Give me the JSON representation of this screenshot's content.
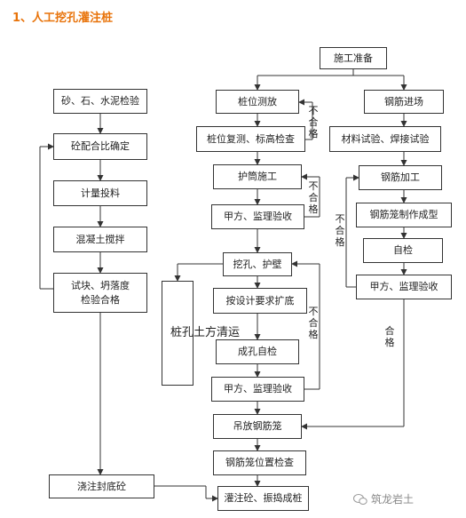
{
  "title": "1、人工挖孔灌注桩",
  "nodes": {
    "prep": "施工准备",
    "stake_survey": "桩位测放",
    "rebar_entry": "钢筋进场",
    "stake_recheck": "桩位复测、标高检查",
    "material_test": "材料试验、焊接试验",
    "casing": "护筒施工",
    "rebar_process": "钢筋加工",
    "accept1": "甲方、监理验收",
    "cage_make": "钢筋笼制作成型",
    "self_check1": "自检",
    "excavate": "挖孔、护壁",
    "accept_rebar": "甲方、监理验收",
    "expand": "按设计要求扩底",
    "hole_check": "成孔自检",
    "accept2": "甲方、监理验收",
    "hoist_cage": "吊放钢筋笼",
    "cage_pos": "钢筋笼位置检查",
    "pour_pile": "灌注砼、振捣成桩",
    "sand_check": "砂、石、水泥检验",
    "mix_ratio": "砼配合比确定",
    "metering": "计量投料",
    "mixing": "混凝土搅拌",
    "specimen_line1": "试块、坍落度",
    "specimen_line2": "检验合格",
    "pour_bottom": "浇注封底砼",
    "earth_removal": "桩孔土方清运"
  },
  "labels": {
    "fail1": "不合格",
    "fail2": "不合格",
    "fail3": "不合格",
    "fail4": "不合格",
    "pass": "合格"
  },
  "watermark": "筑龙岩土"
}
